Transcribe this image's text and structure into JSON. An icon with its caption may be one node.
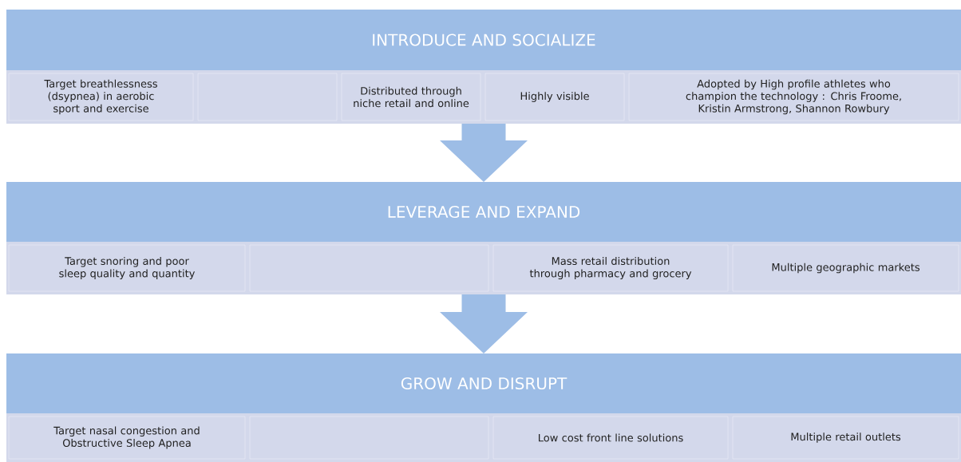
{
  "diagram": {
    "nodes": [
      {
        "text": [
          "INTRODUCE AND SOCIALIZE"
        ]
      },
      {
        "text": [],
        "shape": "box"
      },
      {
        "text": [
          "Target breathlessness (dsypnea) in aerobic sport and exercise"
        ],
        "in": 1
      },
      {
        "text": [],
        "shape": "box",
        "in": 1
      },
      {
        "text": [
          "Distributed through niche retail and online"
        ],
        "in": 1
      },
      {
        "text": [
          "Highly visible"
        ],
        "in": 1
      },
      {
        "text": [
          "Adopted by High profile athletes who champion the technology : Chris Froome, Kristin Armstrong, Shannon Rowbury"
        ],
        "in": 1
      },
      {
        "text": [
          "LEVERAGE AND EXPAND"
        ]
      },
      {
        "text": [],
        "shape": "box"
      },
      {
        "text": [
          "Target snoring and poor sleep quality and quantity"
        ],
        "in": 8
      },
      {
        "text": [],
        "shape": "box",
        "in": 8
      },
      {
        "text": [
          "Mass retail distribution through pharmacy and grocery"
        ],
        "in": 8
      },
      {
        "text": [
          "Multiple geographic markets"
        ],
        "in": 8
      },
      {
        "text": [
          "GROW AND DISRUPT"
        ]
      },
      {
        "text": [],
        "shape": "box"
      },
      {
        "text": [
          "Target nasal congestion and Obstructive Sleep Apnea"
        ],
        "in": 14
      },
      {
        "text": [],
        "shape": "box",
        "in": 14
      },
      {
        "text": [
          "Low cost front line solutions"
        ],
        "in": 14
      },
      {
        "text": [
          "Multiple retail outlets"
        ],
        "in": 14
      }
    ],
    "edges": [
      {
        "from": 1,
        "to": 7,
        "arrow": "to"
      },
      {
        "from": 8,
        "to": 13,
        "arrow": "to"
      }
    ]
  }
}
